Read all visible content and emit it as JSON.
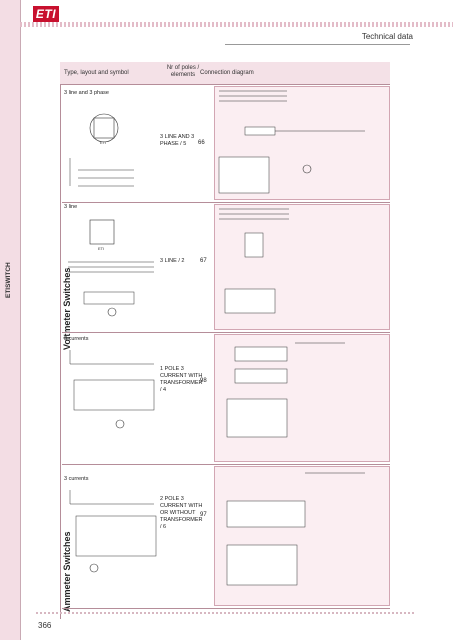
{
  "brand": {
    "logo_text": "ETI"
  },
  "header": {
    "section_title": "Technical data"
  },
  "sidebar": {
    "label": "ETISWITCH"
  },
  "table": {
    "col_type": "Type, layout and symbol",
    "col_poles": "Nr of poles / elements",
    "col_diagram": "Connection diagram"
  },
  "groups": {
    "voltmeter": "Voltmeter Switches",
    "ammeter": "Ammeter Switches"
  },
  "rows": [
    {
      "title": "3 line and 3 phase",
      "desc": "3 LINE AND 3 PHASE / 5",
      "num": "66"
    },
    {
      "title": "3 line",
      "desc": "3 LINE / 2",
      "num": "67"
    },
    {
      "title": "3 currents",
      "desc": "1 POLE 3 CURRENT WITH TRANSFORMER / 4",
      "num": "98"
    },
    {
      "title": "3 currents",
      "desc": "2 POLE 3 CURRENT WITH OR WITHOUT TRANSFORMER / 6",
      "num": "97"
    }
  ],
  "footer": {
    "page_number": "366"
  }
}
